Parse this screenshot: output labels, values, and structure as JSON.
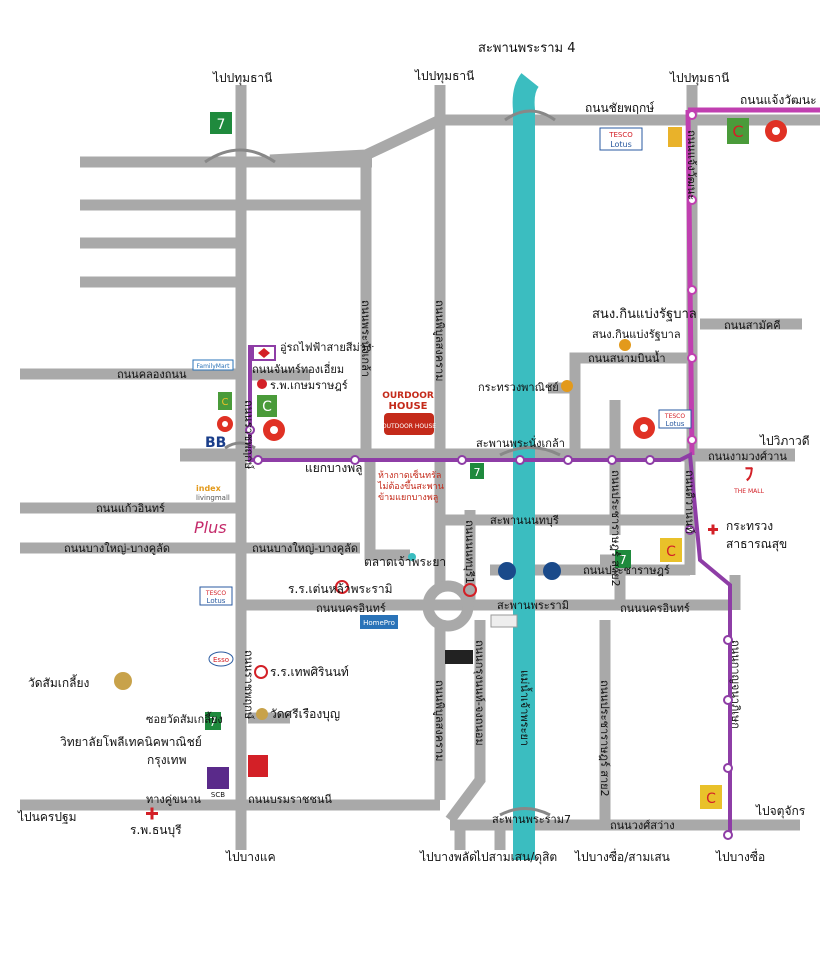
{
  "labels": {
    "bridge_rama4": "สะพานพระราม 4",
    "to_pathum_1": "ไปปทุมธานี",
    "to_pathum_2": "ไปปทุมธานี",
    "to_pathum_3": "ไปปทุมธานี",
    "chaiyapruek": "ถนนชัยพฤกษ์",
    "jaengwattana": "ถนนแจ้งวัฒนะ",
    "ratchapruek": "ถนนราชพฤกษ์",
    "tiwanon": "ถนนติวานนท์",
    "samakkhi": "ถนนสามัคคี",
    "sanambinnam": "ถนนสนามบินน้ำ",
    "govt_lottery_1": "สนง.กินแบ่งรัฐบาล",
    "govt_lottery_2": "สนง.กินแบ่งรัฐบาล",
    "commerce": "กระทรวงพาณิชย์",
    "to_vibhavadi": "ไปวิภาวดี",
    "ngamwongwan": "ถนนงามวงศ์วาน",
    "purple_depot": "อู่รถไฟฟ้าสายสีม่วง",
    "chan_thongaiem": "ถนนจันทร์ทองเอี่ยม",
    "kasemrad": "ร.พ.เกษมราษฎร์",
    "khlongthanon": "ถนนคลองถนน",
    "bangkruai_sainoi": "ถนนบางกรวย-ไทรน้อย",
    "rattanathibet": "ถนนรัตนาธิเบศร์",
    "bang_phlu": "แยกบางพลู",
    "bridge_phranangklao": "สะพานพระนั่งเกล้า",
    "outdoor_note_1": "ห้างกาดเซ็นทรัล",
    "outdoor_note_2": "ไม่ต้องขึ้นสะพาน",
    "outdoor_note_3": "ข้ามแยกบางพลู",
    "kaeo_in": "ถนนแก้วอินทร์",
    "bang_yai_1": "ถนนบางใหญ่-บางคูลัด",
    "bang_yai_2": "ถนนบางใหญ่-บางคูลัด",
    "bridge_nonthaburi": "สะพานนนทบุรี",
    "talad_chao_phraya": "ตลาดเจ้าพระยา",
    "rr_tenla": "ร.ร.เต่นหล้าพระรามิ",
    "nakhon_in_1": "ถนนนครอินทร์",
    "nakhon_in_2": "ถนนนครอินทร์",
    "bridge_rama5": "สะพานพระรามิ",
    "pracharat": "ถนนประชาราษฎร์",
    "ministry_1": "กระทรวง",
    "ministry_2": "สาธารณสุข",
    "wat_samkleang": "วัดสัมเกลี้ยง",
    "soi_wat": "ซอยวัดสัมเกลี้ยง",
    "rr_thepsirin": "ร.ร.เทพศิรินนท์",
    "wat_sri": "วัดศรีเรืองบุญ",
    "polytech_1": "วิทยาลัยโพลีเทคนิคพาณิชย์",
    "polytech_2": "กรุงเทพ",
    "kuchanan": "ทางคู่ขนาน",
    "borommaratchachonnani": "ถนนบรมราชชนนี",
    "to_nakhonpathom": "ไปนครปฐม",
    "thonburi_hosp": "ร.พ.ธนบุรี",
    "to_bangkhae": "ไปบางแค",
    "river_label": "แม่น้ำเจ้าพระยา",
    "bridge_rama7": "สะพานพระราม7",
    "wongsawang": "ถนนวงศ์สว่าง",
    "to_chatuchak": "ไปจตุจักร",
    "to_bangphlat": "ไปบางพลัด",
    "to_samsen": "ไปสามเสน/ดุสิต",
    "to_bangsue_samsen": "ไปบางซื่อ/สามเสน",
    "to_bangsue": "ไปบางซื่อ",
    "krung_nonthaburi": "ถนนกรุงนนท์-จงถนอม",
    "nonthaburi_1": "ถนนนนทบุรี1",
    "bang_kruai_rd": "ถนนบางกรวย-ไทรน้อย",
    "pracharat_sai2": "ถนนประชาราษฎร์ สาย2",
    "talad_khwan": "ถนนติวานนท์",
    "chaeng_rd": "ถนนพิบูลสงคราม",
    "thiwanon2": "ถนนกาญจนาภิเษก",
    "bypass": "ถนนพระนั่งเกล้า"
  },
  "brands": {
    "outdoor_1": "OURDOOR",
    "outdoor_2": "HOUSE",
    "outdoor_3": "OUTDOOR HOUSE",
    "tesco": "TESCO",
    "lotus": "Lotus",
    "familymart": "FamilyMart",
    "bb": "BB",
    "index_1": "index",
    "index_2": "livingmall",
    "plus": "Plus",
    "homepro": "HomePro",
    "mall": "THE MALL",
    "scb": "SCB",
    "esso": "Esso"
  },
  "colors": {
    "road": "#a9a9a9",
    "river": "#3bbdc0",
    "purple_line": "#8e3da6",
    "pink_line": "#c03fb0",
    "station_fill": "#ffffff",
    "red_label": "#c42a1a",
    "gov_dot": "#e39a1c",
    "seven_green": "#1f8a3d",
    "bigc_red": "#d32027",
    "central_red": "#e03124"
  },
  "icons": {
    "seven_eleven": "seven-eleven-logo-icon",
    "bigc": "bigc-logo-icon",
    "central": "central-flower-logo-icon",
    "hospital": "red-cross-icon",
    "temple": "temple-icon",
    "school": "school-s-icon",
    "ferry": "ferry-boat-icon",
    "bts_depot": "train-depot-icon",
    "government": "orange-dot-icon"
  }
}
